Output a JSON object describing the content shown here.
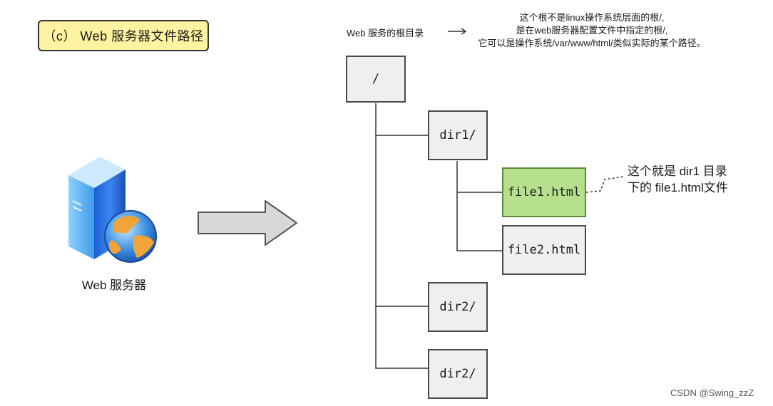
{
  "title": "（c） Web 服务器文件路径",
  "server": {
    "label": "Web 服务器",
    "icon": "server-globe-icon"
  },
  "root_label": "Web 服务的根目录",
  "note_lines": [
    "这个根不是linux操作系统层面的根/,",
    "是在web服务器配置文件中指定的根/,",
    "它可以是操作系统/var/www/html/类似实际的某个路径。"
  ],
  "tree": {
    "root": "/",
    "dir1": "dir1/",
    "file1": "file1.html",
    "file2": "file2.html",
    "dir2_a": "dir2/",
    "dir2_b": "dir2/"
  },
  "callout_lines": [
    "这个就是 dir1 目录",
    "下的 file1.html文件"
  ],
  "watermark": "CSDN @Swing_zzZ",
  "colors": {
    "title_bg": "#fdf3a0",
    "node_bg": "#efefef",
    "highlight_bg": "#b6df8e",
    "arrow_fill": "#d8d8d8"
  }
}
